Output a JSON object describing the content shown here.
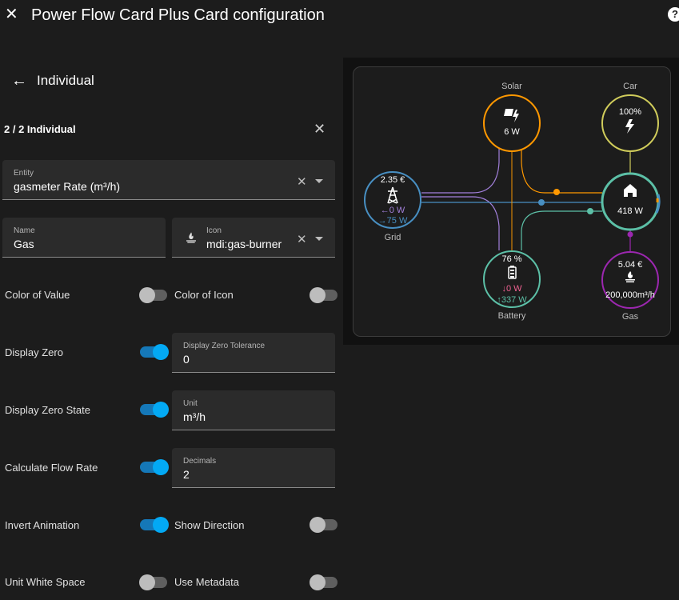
{
  "header": {
    "title": "Power Flow Card Plus Card configuration",
    "close_glyph": "✕",
    "help_glyph": "?"
  },
  "section": {
    "back_glyph": "←",
    "title": "Individual"
  },
  "individual": {
    "count": "2 / 2 Individual",
    "close_glyph": "✕"
  },
  "fields": {
    "entity": {
      "label": "Entity",
      "value": "gasmeter Rate (m³/h)"
    },
    "name": {
      "label": "Name",
      "value": "Gas"
    },
    "icon": {
      "label": "Icon",
      "value": "mdi:gas-burner",
      "icon": "gas-burner-icon"
    },
    "display_zero_tolerance": {
      "label": "Display Zero Tolerance",
      "value": "0"
    },
    "unit": {
      "label": "Unit",
      "value": "m³/h"
    },
    "decimals": {
      "label": "Decimals",
      "value": "2"
    }
  },
  "toggles": {
    "color_of_value": {
      "label": "Color of Value",
      "on": false
    },
    "color_of_icon": {
      "label": "Color of Icon",
      "on": false
    },
    "display_zero": {
      "label": "Display Zero",
      "on": true
    },
    "display_zero_state": {
      "label": "Display Zero State",
      "on": true
    },
    "calculate_flow_rate": {
      "label": "Calculate Flow Rate",
      "on": true
    },
    "invert_animation": {
      "label": "Invert Animation",
      "on": true
    },
    "show_direction": {
      "label": "Show Direction",
      "on": false
    },
    "unit_white_space": {
      "label": "Unit White Space",
      "on": false
    },
    "use_metadata": {
      "label": "Use Metadata",
      "on": false
    }
  },
  "preview": {
    "solar": {
      "label": "Solar",
      "value": "6 W",
      "color": "#ff9800",
      "icon": "solar-panel-icon"
    },
    "car": {
      "label": "Car",
      "value": "100%",
      "color": "#d0cc5b",
      "icon": "flash-icon"
    },
    "grid": {
      "label": "Grid",
      "price": "2.35 €",
      "in": "←0 W",
      "out": "→75 W",
      "color": "#488fc2",
      "in_color": "#a280db",
      "icon": "transmission-tower-icon"
    },
    "home": {
      "value": "418 W",
      "color": "#5cc0a7",
      "icon": "home-icon"
    },
    "battery": {
      "label": "Battery",
      "soc": "76 %",
      "in": "↓0 W",
      "out": "↑337 W",
      "color": "#5cc0a7",
      "in_color": "#f06292",
      "icon": "battery-icon"
    },
    "gas": {
      "label": "Gas",
      "price": "5.04 €",
      "value": "200,000m³/h",
      "color": "#9c27b0",
      "icon": "gas-burner-icon"
    }
  }
}
